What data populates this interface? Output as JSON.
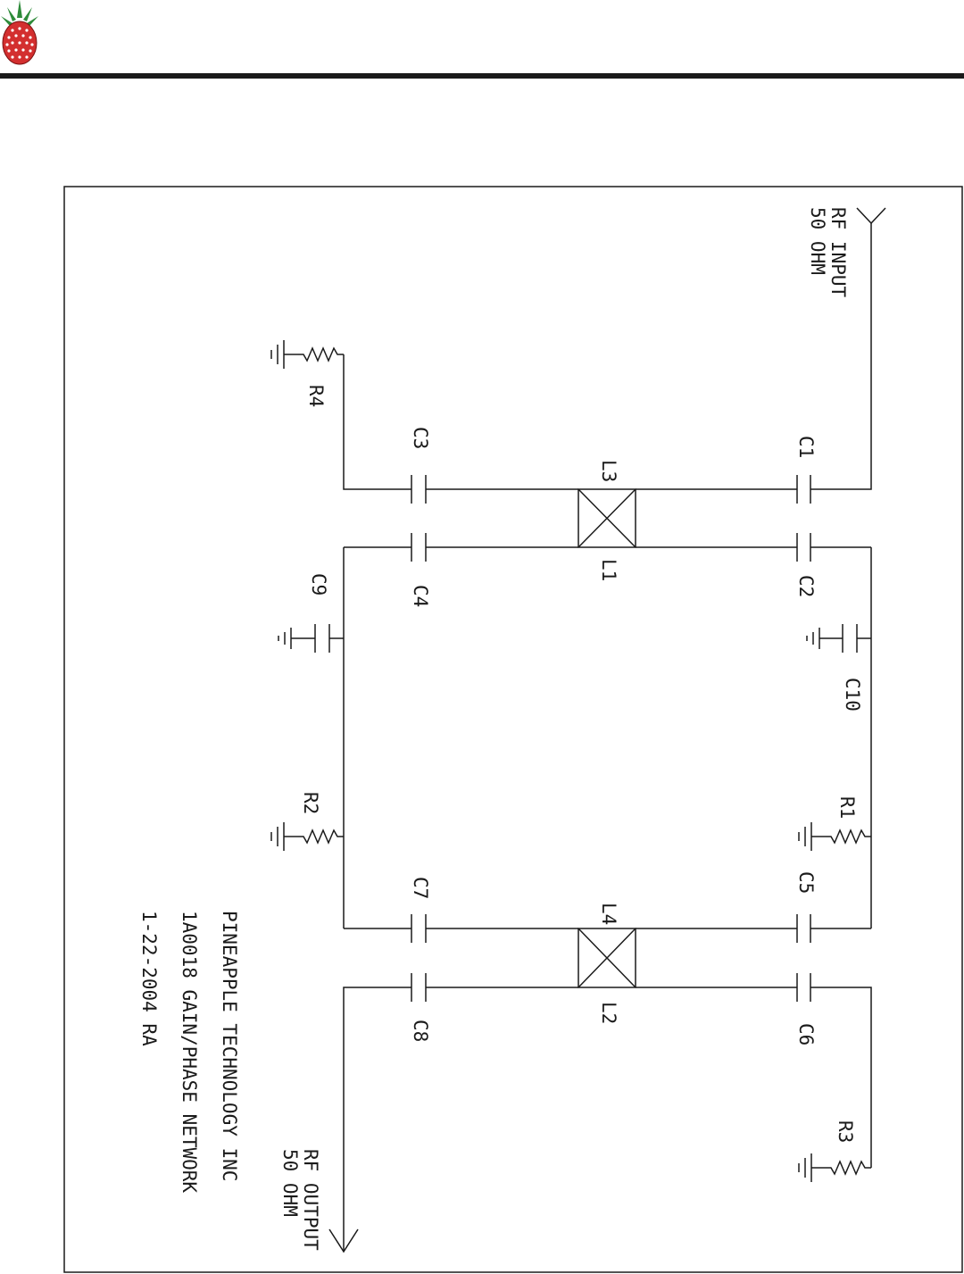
{
  "labels": {
    "rf_input_1": "RF INPUT",
    "rf_input_2": "50 OHM",
    "rf_output_1": "RF OUTPUT",
    "rf_output_2": "50 OHM",
    "c1": "C1",
    "c2": "C2",
    "c3": "C3",
    "c4": "C4",
    "c5": "C5",
    "c6": "C6",
    "c7": "C7",
    "c8": "C8",
    "c9": "C9",
    "c10": "C10",
    "l1": "L1",
    "l2": "L2",
    "l3": "L3",
    "l4": "L4",
    "r1": "R1",
    "r2": "R2",
    "r3": "R3",
    "r4": "R4",
    "title_1": "PINEAPPLE TECHNOLOGY INC",
    "title_2": "1A0018 GAIN/PHASE NETWORK",
    "title_3": "1-22-2004 RA"
  },
  "colors": {
    "ink": "#1a1a1a",
    "logo_red": "#d32f2f",
    "logo_green": "#2e8b3a"
  },
  "logo": {
    "icon": "pineapple-icon"
  }
}
